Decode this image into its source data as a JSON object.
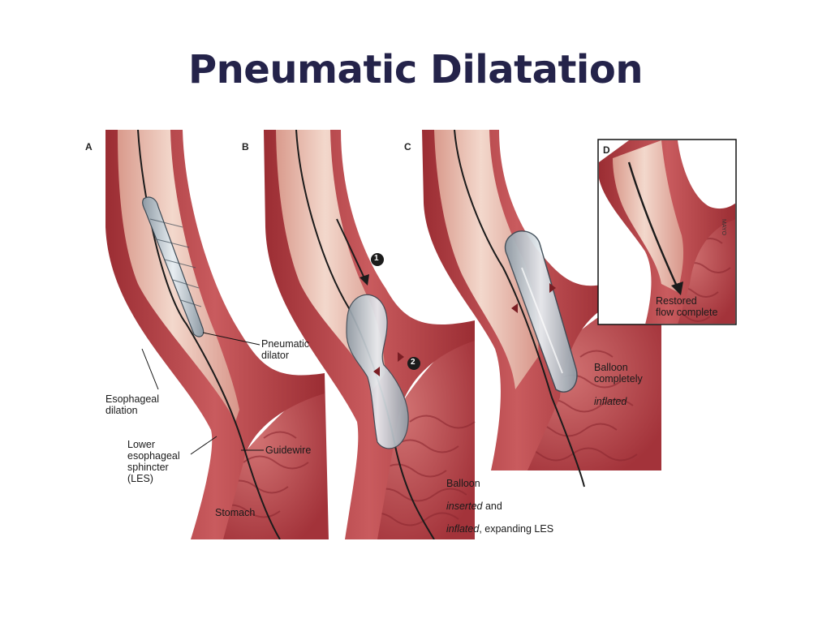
{
  "slide": {
    "title": "Pneumatic Dilatation"
  },
  "panels": [
    {
      "letter": "A"
    },
    {
      "letter": "B"
    },
    {
      "letter": "C"
    },
    {
      "letter": "D"
    }
  ],
  "labels": {
    "pneumatic_dilator": "Pneumatic\ndilator",
    "esophageal_dilation": "Esophageal\ndilation",
    "les": "Lower\nesophageal\nsphincter\n(LES)",
    "guidewire": "Guidewire",
    "stomach": "Stomach",
    "step1": "1",
    "step2": "2",
    "balloon_inserted_line1": "Balloon",
    "balloon_inserted_word": "inserted",
    "balloon_inserted_and": " and",
    "balloon_inflated_word": "inflated",
    "balloon_inflated_rest": ", expanding LES",
    "balloon_complete_line1": "Balloon\ncompletely",
    "balloon_complete_word": "inflated",
    "restored_flow": "Restored\nflow complete"
  },
  "colors": {
    "title": "#24234a",
    "tissue_dark": "#a8343a",
    "tissue_mid": "#cf6a6a",
    "lumen": "#e9c2b4",
    "lumen_light": "#f4ddd2",
    "balloon": "#b9c4cc"
  }
}
